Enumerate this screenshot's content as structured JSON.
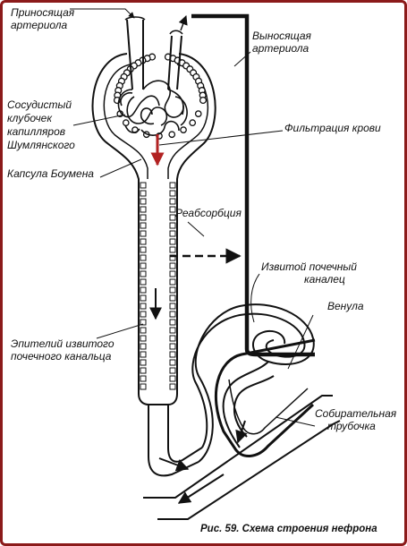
{
  "labels": {
    "afferent_1": "Приносящая",
    "afferent_2": "артериола",
    "efferent_1": "Выносящая",
    "efferent_2": "артериола",
    "glomerulus_1": "Сосудистый",
    "glomerulus_2": "клубочек",
    "glomerulus_3": "капилляров",
    "glomerulus_4": "Шумлянского",
    "capsule": "Капсула Боумена",
    "filtration": "Фильтрация крови",
    "reabsorption": "Реабсорбция",
    "tubule_1": "Извитой почечный",
    "tubule_2": "каналец",
    "venule": "Венула",
    "epithelium_1": "Эпителий извитого",
    "epithelium_2": "почечного канальца",
    "collecting_1": "Собирательная",
    "collecting_2": "трубочка"
  },
  "caption": "Рис. 59. Схема строения нефрона",
  "colors": {
    "frame": "#8b1a1a",
    "filtration_arrow": "#b22222",
    "ink": "#111111"
  }
}
